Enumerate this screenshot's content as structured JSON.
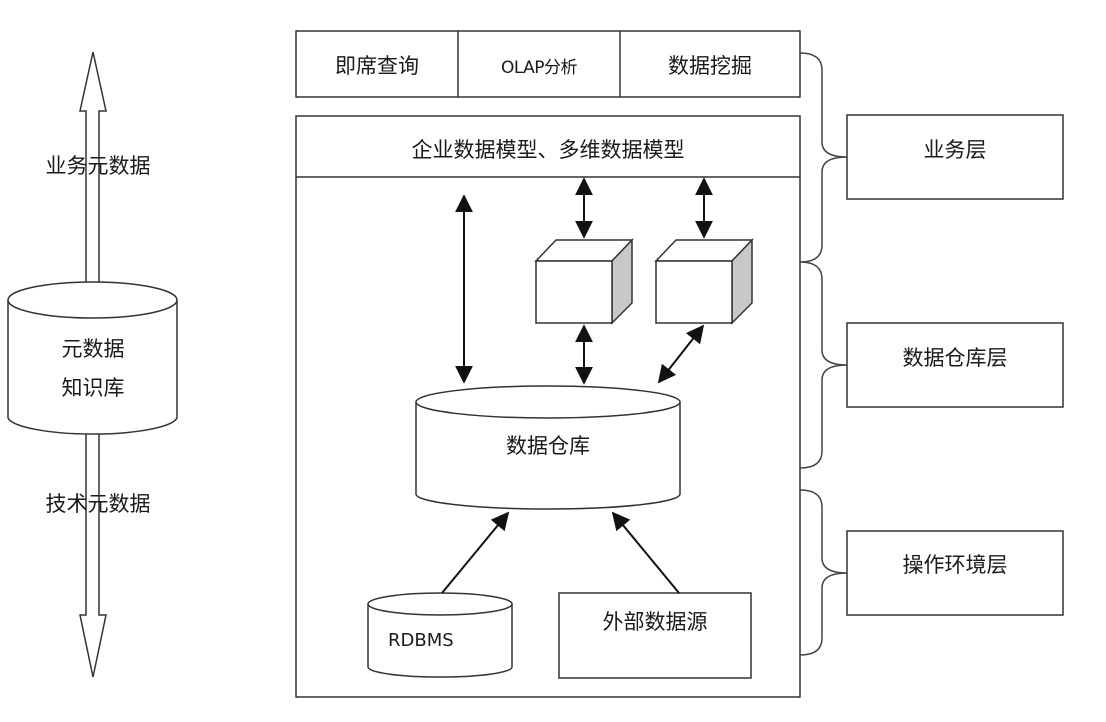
{
  "metadata": {
    "knowledge_base_label": [
      "元数据",
      "知识库"
    ],
    "business_metadata": "业务元数据",
    "technical_metadata": "技术元数据"
  },
  "tools": [
    {
      "label": "即席查询"
    },
    {
      "label": "OLAP分析"
    },
    {
      "label": "数据挖掘"
    }
  ],
  "models_header": "企业数据模型、多维数据模型",
  "warehouse": "数据仓库",
  "sources": {
    "rdbms": "RDBMS",
    "external": "外部数据源"
  },
  "layers": [
    {
      "label": "业务层"
    },
    {
      "label": "数据仓库层"
    },
    {
      "label": "操作环境层"
    }
  ],
  "colors": {
    "line": "#222222",
    "cube_side": "#c8c8c8"
  }
}
